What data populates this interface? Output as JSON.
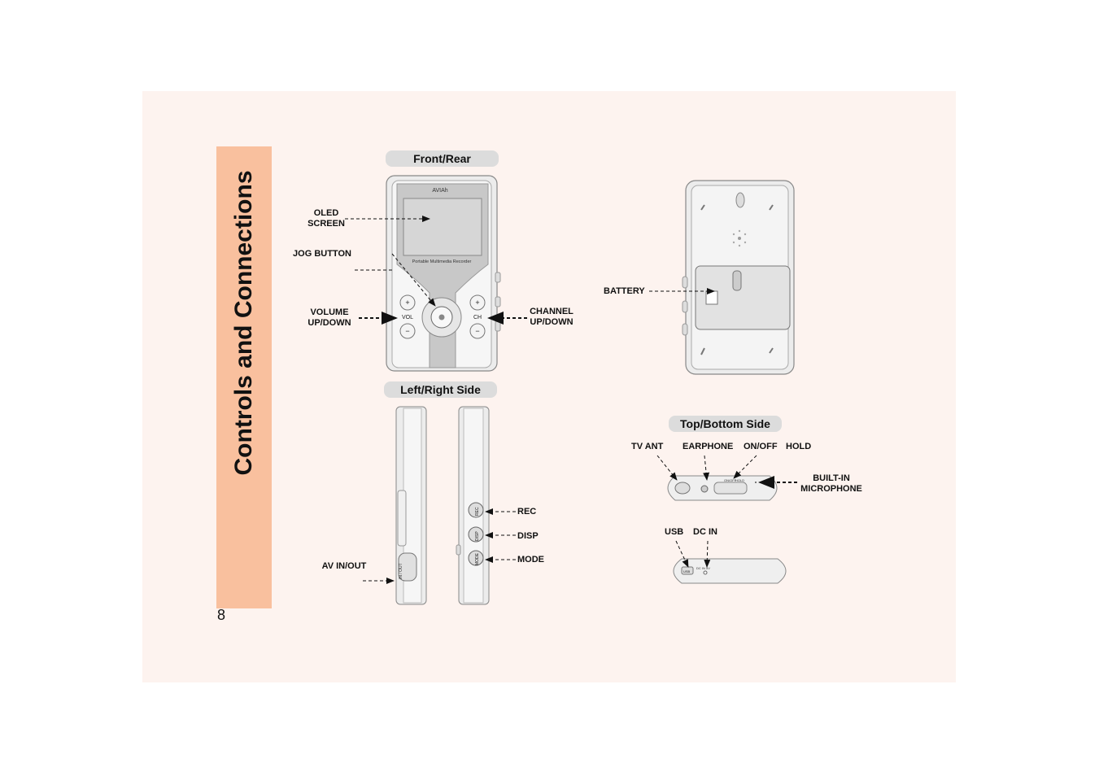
{
  "sidebar": {
    "title": "Controls and Connections"
  },
  "page_number": "8",
  "sections": {
    "front_rear": "Front/Rear",
    "left_right": "Left/Right Side",
    "top_bottom": "Top/Bottom Side"
  },
  "device": {
    "brand": "AVIAh",
    "tagline": "Portable Multimedia Recorder",
    "vol": "VOL",
    "ch": "CH",
    "plus": "+",
    "minus": "−",
    "btn_rec": "REC",
    "btn_disp": "DISP",
    "btn_mode": "MODE",
    "av_small": "IN / OUT",
    "onoff_small": "ON/OFF",
    "hold_small": "HOLD",
    "usb_small": "USB",
    "dcin_small": "DC IN 5V"
  },
  "labels": {
    "oled_line1": "OLED",
    "oled_line2": "SCREEN",
    "jog": "JOG BUTTON",
    "volume_line1": "VOLUME",
    "volume_line2": "UP/DOWN",
    "channel_line1": "CHANNEL",
    "channel_line2": "UP/DOWN",
    "battery": "BATTERY",
    "av_inout": "AV IN/OUT",
    "rec": "REC",
    "disp": "DISP",
    "mode": "MODE",
    "tv_ant": "TV ANT",
    "earphone": "EARPHONE",
    "onoff": "ON/OFF",
    "hold": "HOLD",
    "mic_line1": "BUILT-IN",
    "mic_line2": "MICROPHONE",
    "usb": "USB",
    "dcin": "DC IN"
  }
}
